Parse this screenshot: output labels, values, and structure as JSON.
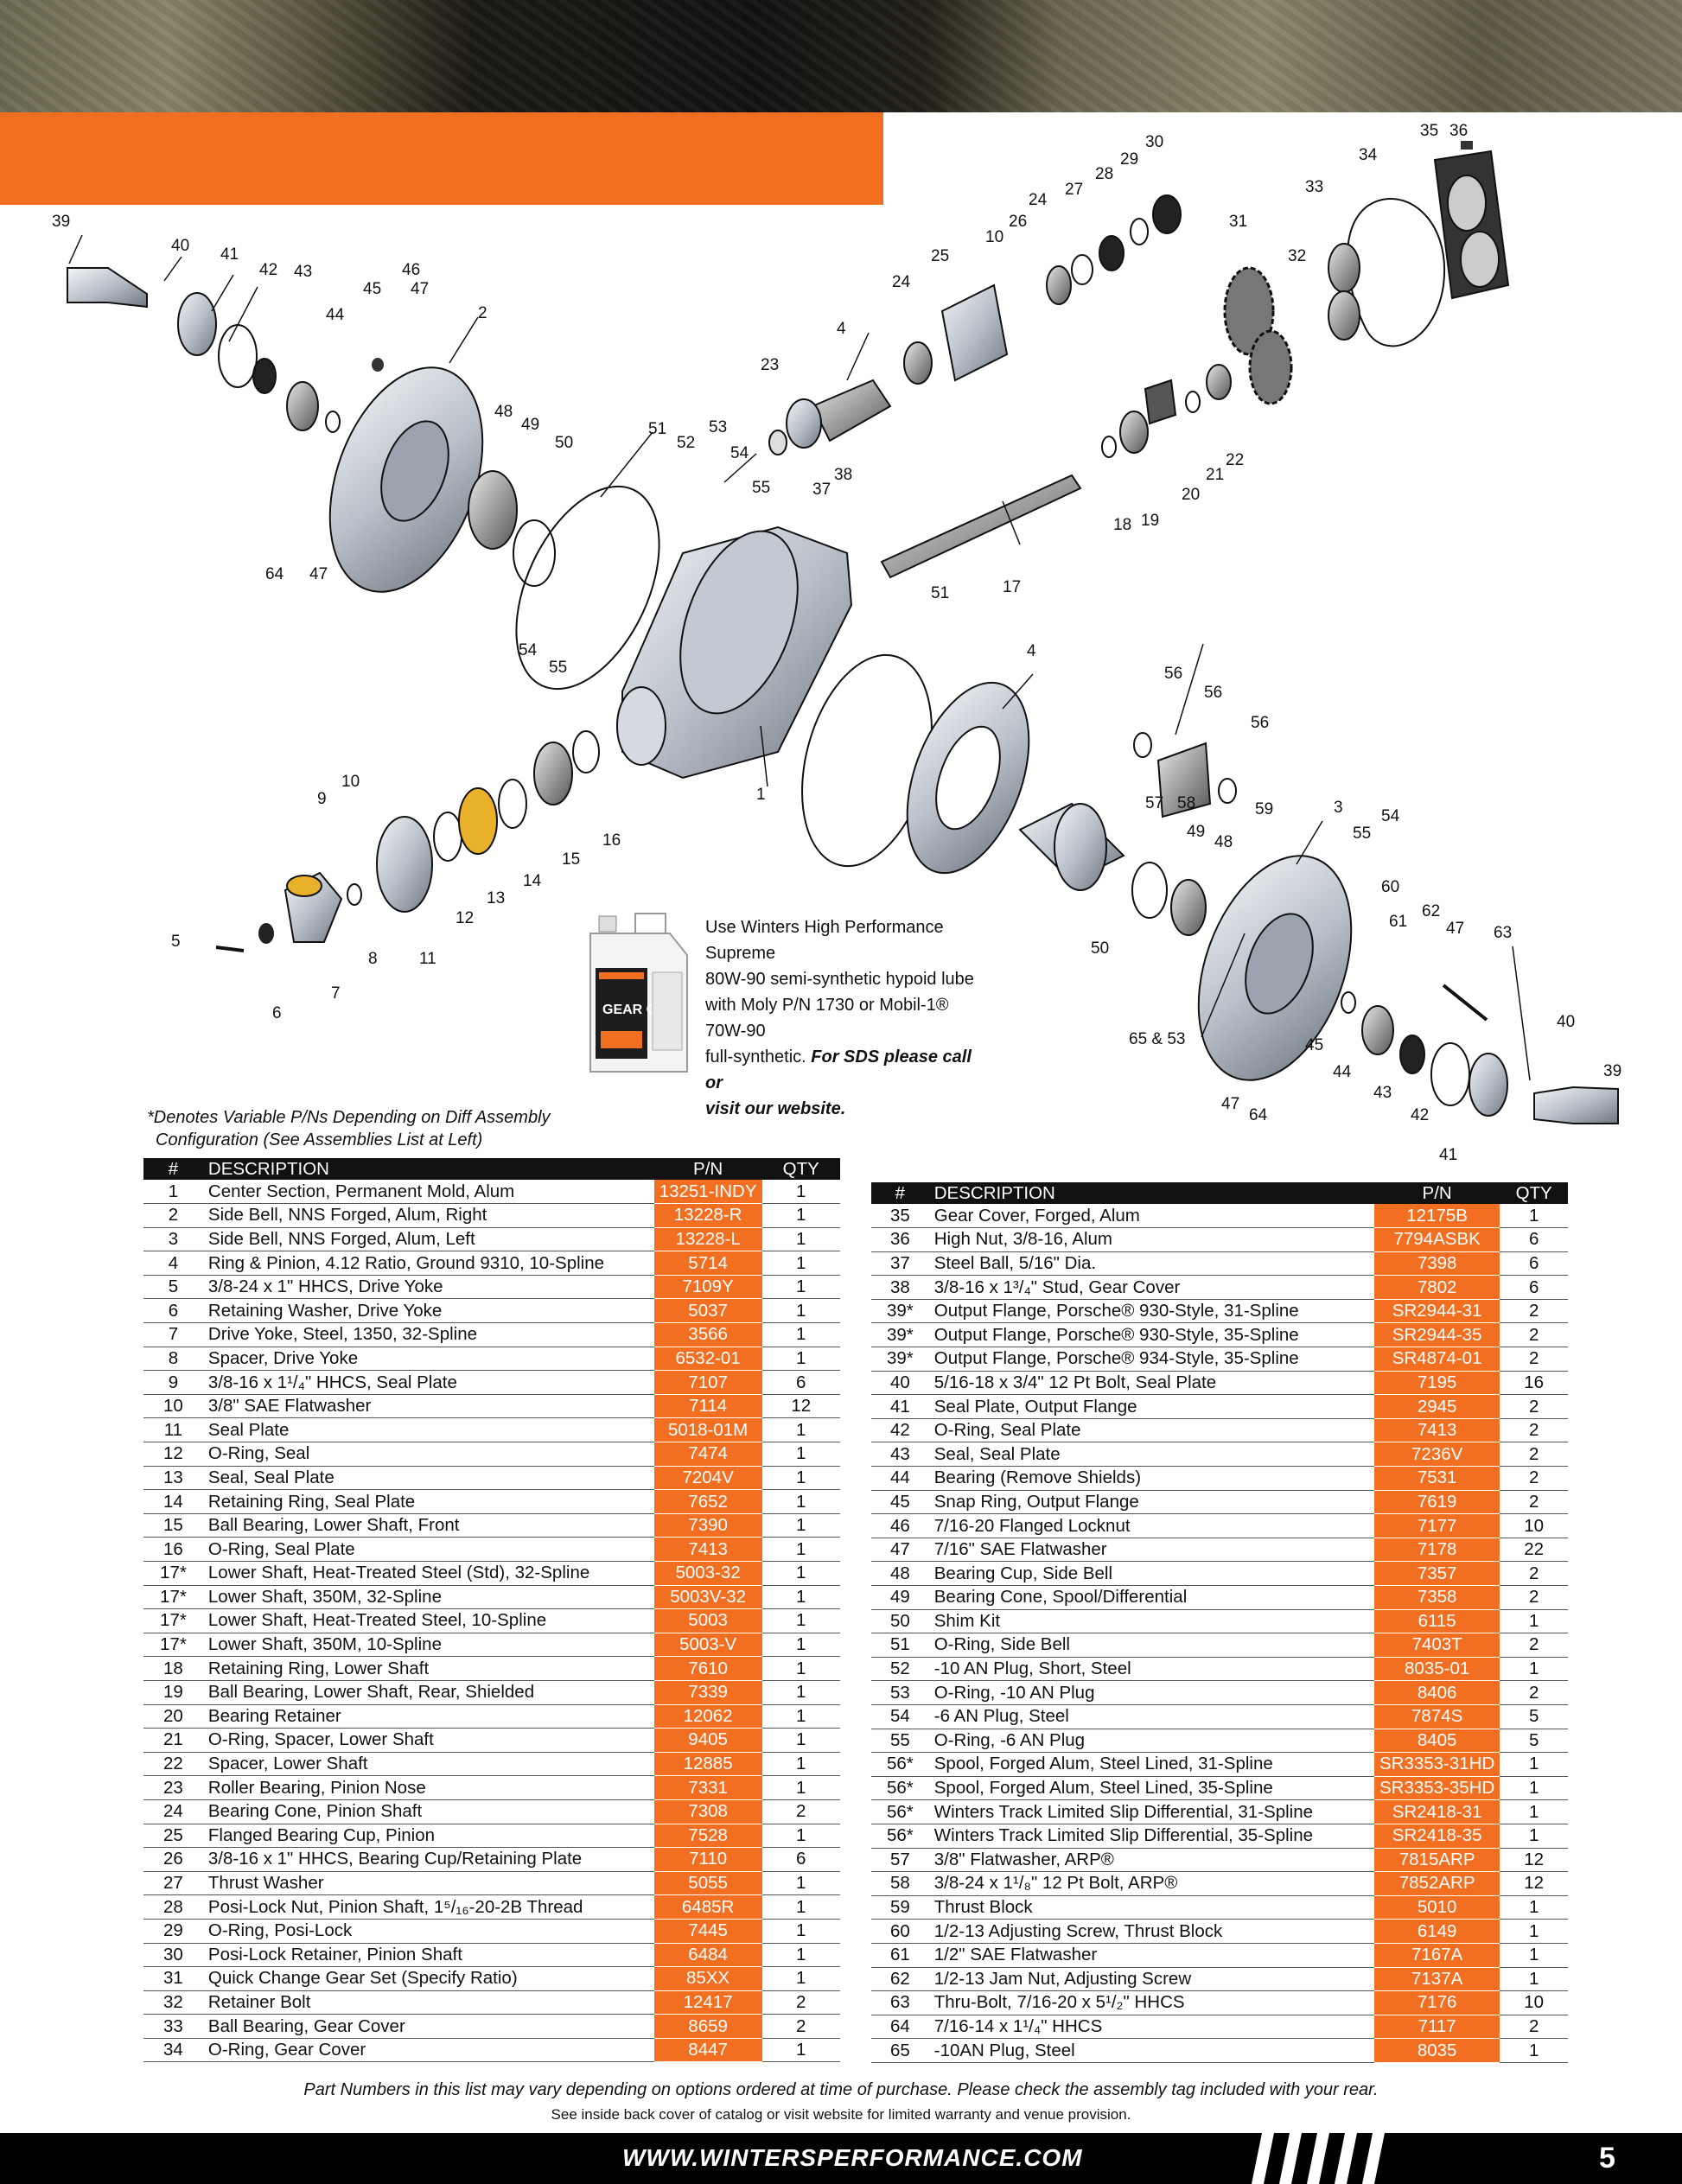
{
  "callouts": [
    "39",
    "40",
    "41",
    "42",
    "43",
    "44",
    "45",
    "46",
    "47",
    "2",
    "48",
    "49",
    "50",
    "51",
    "52",
    "53",
    "54",
    "55",
    "37",
    "38",
    "23",
    "4",
    "24",
    "25",
    "10",
    "26",
    "24",
    "27",
    "28",
    "29",
    "30",
    "31",
    "32",
    "33",
    "34",
    "35",
    "36",
    "20",
    "21",
    "22",
    "18",
    "19",
    "17",
    "54",
    "55",
    "64",
    "47",
    "1",
    "51",
    "16",
    "15",
    "14",
    "13",
    "12",
    "11",
    "10",
    "9",
    "8",
    "7",
    "6",
    "5",
    "4",
    "56",
    "56",
    "56",
    "57",
    "58",
    "49",
    "48",
    "50",
    "59",
    "3",
    "54",
    "55",
    "60",
    "61",
    "62",
    "47",
    "63",
    "40",
    "39",
    "65 & 53",
    "45",
    "44",
    "43",
    "42",
    "41",
    "47",
    "64"
  ],
  "oil_note": {
    "line1": "Use Winters High Performance Supreme",
    "line2": "80W-90 semi-synthetic hypoid lube",
    "line3": "with Moly P/N 1730 or Mobil-1® 70W-90",
    "line4": "full-synthetic.",
    "line4_em": "For SDS please call or",
    "line5_em": "visit our website."
  },
  "jug_label": "GEAR OIL",
  "variable_note": {
    "line1": "*Denotes Variable P/Ns Depending on Diff Assembly",
    "line2": "Configuration (See Assemblies List at Left)"
  },
  "table_headers": {
    "num": "#",
    "description": "DESCRIPTION",
    "pn": "P/N",
    "qty": "QTY"
  },
  "parts_left": [
    {
      "num": "1",
      "desc": "Center Section, Permanent Mold, Alum",
      "pn": "13251-INDY",
      "qty": "1"
    },
    {
      "num": "2",
      "desc": "Side Bell, NNS Forged, Alum, Right",
      "pn": "13228-R",
      "qty": "1"
    },
    {
      "num": "3",
      "desc": "Side Bell, NNS Forged, Alum, Left",
      "pn": "13228-L",
      "qty": "1"
    },
    {
      "num": "4",
      "desc": "Ring & Pinion, 4.12 Ratio, Ground 9310, 10-Spline",
      "pn": "5714",
      "qty": "1"
    },
    {
      "num": "5",
      "desc": "3/8-24 x 1\" HHCS, Drive Yoke",
      "pn": "7109Y",
      "qty": "1"
    },
    {
      "num": "6",
      "desc": "Retaining Washer, Drive Yoke",
      "pn": "5037",
      "qty": "1"
    },
    {
      "num": "7",
      "desc": "Drive Yoke, Steel, 1350, 32-Spline",
      "pn": "3566",
      "qty": "1"
    },
    {
      "num": "8",
      "desc": "Spacer, Drive Yoke",
      "pn": "6532-01",
      "qty": "1"
    },
    {
      "num": "9",
      "desc": "3/8-16 x 1¹/₄\" HHCS, Seal Plate",
      "pn": "7107",
      "qty": "6"
    },
    {
      "num": "10",
      "desc": "3/8\" SAE Flatwasher",
      "pn": "7114",
      "qty": "12"
    },
    {
      "num": "11",
      "desc": "Seal Plate",
      "pn": "5018-01M",
      "qty": "1"
    },
    {
      "num": "12",
      "desc": "O-Ring, Seal",
      "pn": "7474",
      "qty": "1"
    },
    {
      "num": "13",
      "desc": "Seal, Seal Plate",
      "pn": "7204V",
      "qty": "1"
    },
    {
      "num": "14",
      "desc": "Retaining Ring, Seal Plate",
      "pn": "7652",
      "qty": "1"
    },
    {
      "num": "15",
      "desc": "Ball Bearing, Lower Shaft, Front",
      "pn": "7390",
      "qty": "1"
    },
    {
      "num": "16",
      "desc": "O-Ring, Seal Plate",
      "pn": "7413",
      "qty": "1"
    },
    {
      "num": "17*",
      "desc": "Lower Shaft, Heat-Treated Steel (Std), 32-Spline",
      "pn": "5003-32",
      "qty": "1"
    },
    {
      "num": "17*",
      "desc": "Lower Shaft, 350M, 32-Spline",
      "pn": "5003V-32",
      "qty": "1"
    },
    {
      "num": "17*",
      "desc": "Lower Shaft, Heat-Treated Steel, 10-Spline",
      "pn": "5003",
      "qty": "1"
    },
    {
      "num": "17*",
      "desc": "Lower Shaft, 350M, 10-Spline",
      "pn": "5003-V",
      "qty": "1"
    },
    {
      "num": "18",
      "desc": "Retaining Ring, Lower Shaft",
      "pn": "7610",
      "qty": "1"
    },
    {
      "num": "19",
      "desc": "Ball Bearing, Lower Shaft, Rear, Shielded",
      "pn": "7339",
      "qty": "1"
    },
    {
      "num": "20",
      "desc": "Bearing Retainer",
      "pn": "12062",
      "qty": "1"
    },
    {
      "num": "21",
      "desc": "O-Ring, Spacer, Lower Shaft",
      "pn": "9405",
      "qty": "1"
    },
    {
      "num": "22",
      "desc": "Spacer, Lower Shaft",
      "pn": "12885",
      "qty": "1"
    },
    {
      "num": "23",
      "desc": "Roller Bearing, Pinion Nose",
      "pn": "7331",
      "qty": "1"
    },
    {
      "num": "24",
      "desc": "Bearing Cone, Pinion Shaft",
      "pn": "7308",
      "qty": "2"
    },
    {
      "num": "25",
      "desc": "Flanged Bearing Cup, Pinion",
      "pn": "7528",
      "qty": "1"
    },
    {
      "num": "26",
      "desc": "3/8-16 x 1\" HHCS, Bearing Cup/Retaining Plate",
      "pn": "7110",
      "qty": "6"
    },
    {
      "num": "27",
      "desc": "Thrust Washer",
      "pn": "5055",
      "qty": "1"
    },
    {
      "num": "28",
      "desc": "Posi-Lock Nut, Pinion Shaft, 1⁵/₁₆-20-2B Thread",
      "pn": "6485R",
      "qty": "1"
    },
    {
      "num": "29",
      "desc": "O-Ring, Posi-Lock",
      "pn": "7445",
      "qty": "1"
    },
    {
      "num": "30",
      "desc": "Posi-Lock Retainer, Pinion Shaft",
      "pn": "6484",
      "qty": "1"
    },
    {
      "num": "31",
      "desc": "Quick Change Gear Set (Specify Ratio)",
      "pn": "85XX",
      "qty": "1"
    },
    {
      "num": "32",
      "desc": "Retainer Bolt",
      "pn": "12417",
      "qty": "2"
    },
    {
      "num": "33",
      "desc": "Ball Bearing, Gear Cover",
      "pn": "8659",
      "qty": "2"
    },
    {
      "num": "34",
      "desc": "O-Ring, Gear Cover",
      "pn": "8447",
      "qty": "1"
    }
  ],
  "parts_right": [
    {
      "num": "35",
      "desc": "Gear Cover, Forged, Alum",
      "pn": "12175B",
      "qty": "1"
    },
    {
      "num": "36",
      "desc": "High Nut, 3/8-16, Alum",
      "pn": "7794ASBK",
      "qty": "6"
    },
    {
      "num": "37",
      "desc": "Steel Ball, 5/16\" Dia.",
      "pn": "7398",
      "qty": "6"
    },
    {
      "num": "38",
      "desc": "3/8-16 x 1³/₄\" Stud, Gear Cover",
      "pn": "7802",
      "qty": "6"
    },
    {
      "num": "39*",
      "desc": "Output Flange, Porsche® 930-Style, 31-Spline",
      "pn": "SR2944-31",
      "qty": "2"
    },
    {
      "num": "39*",
      "desc": "Output Flange, Porsche® 930-Style, 35-Spline",
      "pn": "SR2944-35",
      "qty": "2"
    },
    {
      "num": "39*",
      "desc": "Output Flange, Porsche® 934-Style, 35-Spline",
      "pn": "SR4874-01",
      "qty": "2"
    },
    {
      "num": "40",
      "desc": "5/16-18 x 3/4\" 12 Pt Bolt, Seal Plate",
      "pn": "7195",
      "qty": "16"
    },
    {
      "num": "41",
      "desc": "Seal Plate, Output Flange",
      "pn": "2945",
      "qty": "2"
    },
    {
      "num": "42",
      "desc": "O-Ring, Seal Plate",
      "pn": "7413",
      "qty": "2"
    },
    {
      "num": "43",
      "desc": "Seal, Seal Plate",
      "pn": "7236V",
      "qty": "2"
    },
    {
      "num": "44",
      "desc": "Bearing (Remove Shields)",
      "pn": "7531",
      "qty": "2"
    },
    {
      "num": "45",
      "desc": "Snap Ring, Output Flange",
      "pn": "7619",
      "qty": "2"
    },
    {
      "num": "46",
      "desc": "7/16-20 Flanged Locknut",
      "pn": "7177",
      "qty": "10"
    },
    {
      "num": "47",
      "desc": "7/16\" SAE Flatwasher",
      "pn": "7178",
      "qty": "22"
    },
    {
      "num": "48",
      "desc": "Bearing Cup, Side Bell",
      "pn": "7357",
      "qty": "2"
    },
    {
      "num": "49",
      "desc": "Bearing Cone, Spool/Differential",
      "pn": "7358",
      "qty": "2"
    },
    {
      "num": "50",
      "desc": "Shim Kit",
      "pn": "6115",
      "qty": "1"
    },
    {
      "num": "51",
      "desc": "O-Ring, Side Bell",
      "pn": "7403T",
      "qty": "2"
    },
    {
      "num": "52",
      "desc": "-10 AN Plug, Short, Steel",
      "pn": "8035-01",
      "qty": "1"
    },
    {
      "num": "53",
      "desc": "O-Ring, -10 AN Plug",
      "pn": "8406",
      "qty": "2"
    },
    {
      "num": "54",
      "desc": "-6 AN Plug, Steel",
      "pn": "7874S",
      "qty": "5"
    },
    {
      "num": "55",
      "desc": "O-Ring, -6 AN Plug",
      "pn": "8405",
      "qty": "5"
    },
    {
      "num": "56*",
      "desc": "Spool, Forged Alum, Steel Lined, 31-Spline",
      "pn": "SR3353-31HD",
      "qty": "1"
    },
    {
      "num": "56*",
      "desc": "Spool, Forged Alum, Steel Lined, 35-Spline",
      "pn": "SR3353-35HD",
      "qty": "1"
    },
    {
      "num": "56*",
      "desc": "Winters Track Limited Slip Differential, 31-Spline",
      "pn": "SR2418-31",
      "qty": "1"
    },
    {
      "num": "56*",
      "desc": "Winters Track Limited Slip Differential, 35-Spline",
      "pn": "SR2418-35",
      "qty": "1"
    },
    {
      "num": "57",
      "desc": "3/8\" Flatwasher, ARP®",
      "pn": "7815ARP",
      "qty": "12"
    },
    {
      "num": "58",
      "desc": "3/8-24 x 1¹/₈\" 12 Pt Bolt, ARP®",
      "pn": "7852ARP",
      "qty": "12"
    },
    {
      "num": "59",
      "desc": "Thrust Block",
      "pn": "5010",
      "qty": "1"
    },
    {
      "num": "60",
      "desc": "1/2-13 Adjusting Screw, Thrust Block",
      "pn": "6149",
      "qty": "1"
    },
    {
      "num": "61",
      "desc": "1/2\" SAE Flatwasher",
      "pn": "7167A",
      "qty": "1"
    },
    {
      "num": "62",
      "desc": "1/2-13 Jam Nut, Adjusting Screw",
      "pn": "7137A",
      "qty": "1"
    },
    {
      "num": "63",
      "desc": "Thru-Bolt, 7/16-20 x 5¹/₂\" HHCS",
      "pn": "7176",
      "qty": "10"
    },
    {
      "num": "64",
      "desc": "7/16-14 x 1¹/₄\" HHCS",
      "pn": "7117",
      "qty": "2"
    },
    {
      "num": "65",
      "desc": "-10AN Plug, Steel",
      "pn": "8035",
      "qty": "1"
    }
  ],
  "footnote1": "Part Numbers in this list may vary depending on options ordered at time of purchase.  Please check the assembly tag included with your rear.",
  "footnote2": "See inside back cover of catalog or visit website for limited warranty and venue provision.",
  "website": "WWW.WINTERSPERFORMANCE.COM",
  "page_number": "5"
}
